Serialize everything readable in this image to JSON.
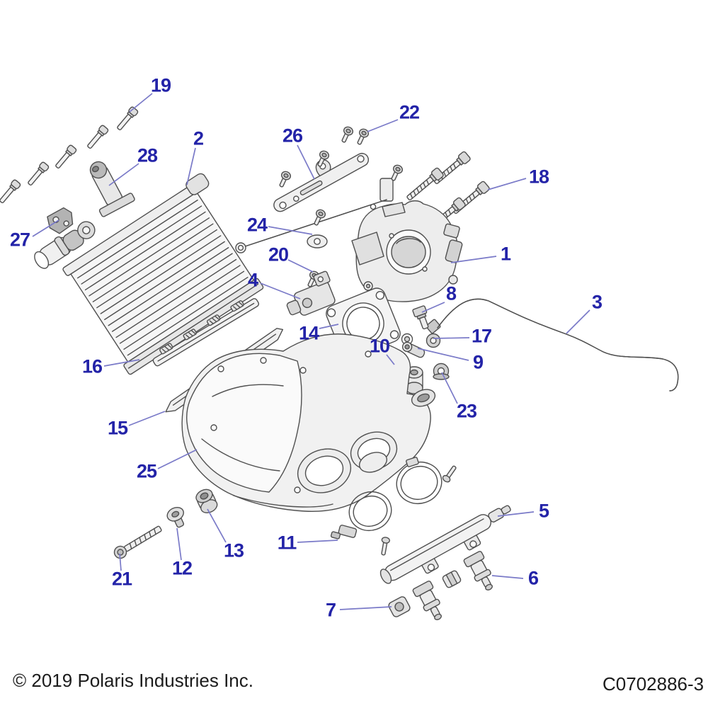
{
  "footer": {
    "copyright": "© 2019 Polaris Industries Inc.",
    "drawing_number": "C0702886-3"
  },
  "colors": {
    "background": "#ffffff",
    "callout_text": "#2323a8",
    "leader_line": "#7a7ac8",
    "artwork_line": "#4f4f4f",
    "footer_text": "#1c1c1c"
  },
  "callouts": [
    {
      "n": "1",
      "label": [
        714,
        359
      ],
      "line": [
        [
          701,
          362
        ],
        [
          637,
          371
        ]
      ]
    },
    {
      "n": "2",
      "label": [
        280,
        196
      ],
      "line": [
        [
          276,
          209
        ],
        [
          264,
          261
        ]
      ]
    },
    {
      "n": "3",
      "label": [
        843,
        427
      ],
      "line": [
        [
          833,
          438
        ],
        [
          800,
          471
        ]
      ]
    },
    {
      "n": "4",
      "label": [
        357,
        396
      ],
      "line": [
        [
          368,
          400
        ],
        [
          424,
          422
        ]
      ]
    },
    {
      "n": "5",
      "label": [
        768,
        722
      ],
      "line": [
        [
          754,
          723
        ],
        [
          703,
          729
        ]
      ]
    },
    {
      "n": "6",
      "label": [
        753,
        817
      ],
      "line": [
        [
          739,
          817
        ],
        [
          695,
          813
        ]
      ]
    },
    {
      "n": "7",
      "label": [
        467,
        862
      ],
      "line": [
        [
          480,
          861
        ],
        [
          553,
          857
        ]
      ]
    },
    {
      "n": "8",
      "label": [
        637,
        415
      ],
      "line": [
        [
          628,
          427
        ],
        [
          596,
          441
        ]
      ]
    },
    {
      "n": "9",
      "label": [
        675,
        512
      ],
      "line": [
        [
          662,
          509
        ],
        [
          590,
          492
        ]
      ]
    },
    {
      "n": "10",
      "label": [
        536,
        489
      ],
      "line": [
        [
          546,
          501
        ],
        [
          557,
          515
        ]
      ]
    },
    {
      "n": "11",
      "label": [
        405,
        767
      ],
      "line": [
        [
          420,
          766
        ],
        [
          477,
          763
        ]
      ]
    },
    {
      "n": "12",
      "label": [
        257,
        803
      ],
      "line": [
        [
          256,
          791
        ],
        [
          250,
          746
        ]
      ]
    },
    {
      "n": "13",
      "label": [
        330,
        778
      ],
      "line": [
        [
          319,
          766
        ],
        [
          293,
          719
        ]
      ]
    },
    {
      "n": "14",
      "label": [
        436,
        471
      ],
      "line": [
        [
          451,
          464
        ],
        [
          478,
          458
        ]
      ]
    },
    {
      "n": "15",
      "label": [
        166,
        605
      ],
      "line": [
        [
          182,
          601
        ],
        [
          233,
          581
        ]
      ]
    },
    {
      "n": "16",
      "label": [
        130,
        518
      ],
      "line": [
        [
          147,
          517
        ],
        [
          197,
          508
        ]
      ]
    },
    {
      "n": "17",
      "label": [
        680,
        475
      ],
      "line": [
        [
          663,
          477
        ],
        [
          612,
          478
        ]
      ]
    },
    {
      "n": "18",
      "label": [
        761,
        250
      ],
      "line": [
        [
          743,
          252
        ],
        [
          689,
          268
        ]
      ]
    },
    {
      "n": "19",
      "label": [
        227,
        121
      ],
      "line": [
        [
          215,
          132
        ],
        [
          183,
          158
        ]
      ]
    },
    {
      "n": "20",
      "label": [
        393,
        360
      ],
      "line": [
        [
          407,
          367
        ],
        [
          442,
          384
        ]
      ]
    },
    {
      "n": "21",
      "label": [
        172,
        818
      ],
      "line": [
        [
          171,
          806
        ],
        [
          169,
          782
        ]
      ]
    },
    {
      "n": "22",
      "label": [
        578,
        159
      ],
      "line": [
        [
          562,
          169
        ],
        [
          519,
          186
        ]
      ]
    },
    {
      "n": "23",
      "label": [
        659,
        581
      ],
      "line": [
        [
          646,
          570
        ],
        [
          624,
          526
        ]
      ]
    },
    {
      "n": "24",
      "label": [
        363,
        318
      ],
      "line": [
        [
          379,
          320
        ],
        [
          441,
          331
        ]
      ]
    },
    {
      "n": "25",
      "label": [
        207,
        666
      ],
      "line": [
        [
          223,
          662
        ],
        [
          278,
          635
        ]
      ]
    },
    {
      "n": "26",
      "label": [
        413,
        192
      ],
      "line": [
        [
          420,
          205
        ],
        [
          444,
          253
        ]
      ]
    },
    {
      "n": "27",
      "label": [
        28,
        339
      ],
      "line": [
        [
          46,
          334
        ],
        [
          83,
          311
        ]
      ]
    },
    {
      "n": "28",
      "label": [
        208,
        220
      ],
      "line": [
        [
          196,
          231
        ],
        [
          154,
          262
        ]
      ]
    }
  ]
}
